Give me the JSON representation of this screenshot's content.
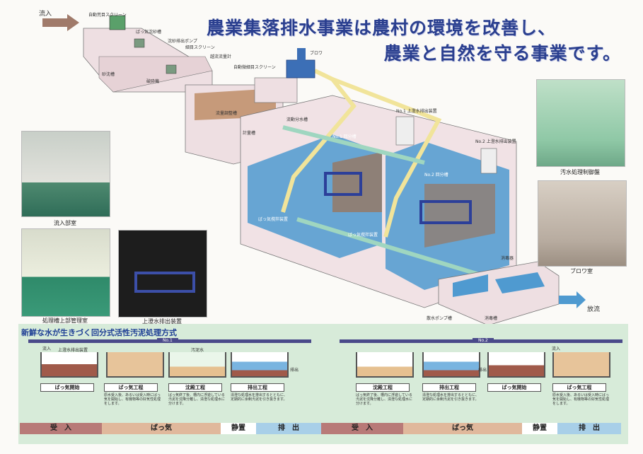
{
  "title": {
    "line1": "農業集落排水事業は農村の環境を改善し、",
    "line2": "農業と自然を守る事業です。"
  },
  "diagram_labels": {
    "inflow": "流入",
    "auto_coarse_screen": "自動荒目スクリーン",
    "aeration_grit_tank": "ばっ気沈砂槽",
    "grit_pump": "沈砂排出ポンプ",
    "fine_screen": "細目スクリーン",
    "flow_meter": "越流流量計",
    "grit_tank": "砂沈槽",
    "crusher": "破砕機",
    "auto_fine_screen": "自動微細目スクリーン",
    "blower": "ブロワ",
    "equalization_tank": "流量調整槽",
    "measuring_tank": "計量槽",
    "distributor": "流動分水槽",
    "no1_tank": "No.1 回分槽",
    "no1_decant": "No.1 上澄水排出装置",
    "no2_decant": "No.2 上澄水排出装置",
    "no2_tank": "No.2 回分槽",
    "aerator": "ばっ気撹拌装置",
    "aerator2": "ばっ気撹拌装置",
    "disinfector": "消毒器",
    "discharge": "放流",
    "drain_pump": "散水ポンプ槽",
    "disinfection_tank": "消毒槽"
  },
  "photos": {
    "inflow_room": "流入部室",
    "tank_mgmt_room": "処理槽上部管理室",
    "decant_device": "上澄水排出装置",
    "control_panel": "汚水処理制御盤",
    "blower_room": "ブロワ室"
  },
  "process": {
    "title": "新鮮な水が生きづく回分式活性汚泥処理方式",
    "no1": "No.1",
    "no2": "No.2",
    "mini_labels": {
      "inflow": "流入",
      "decant": "上澄水排出装置",
      "sludge": "汚泥水",
      "outflow": "排出"
    },
    "steps1": [
      {
        "name": "ばっ気開始",
        "desc": ""
      },
      {
        "name": "ばっ気工程",
        "desc": "原水受入後、あるいは受入時にばっ気を開始し、有機物等の好気性処理をします。"
      },
      {
        "name": "沈殿工程",
        "desc": "ばっ気終了後、槽内に浮遊している汚泥を沈降分離し、清澄な処理水に分けます。"
      },
      {
        "name": "排出工程",
        "desc": "清澄な処理水を排出するとともに、定期的に余剰汚泥を引き抜きます。"
      }
    ],
    "steps2": [
      {
        "name": "沈殿工程",
        "desc": "ばっ気終了後、槽内に浮遊している汚泥を沈降分離し、清澄な処理水に分けます。"
      },
      {
        "name": "排出工程",
        "desc": "清澄な処理水を排出するとともに、定期的に余剰汚泥を引き抜きます。"
      },
      {
        "name": "ばっ気開始",
        "desc": ""
      },
      {
        "name": "ばっ気工程",
        "desc": "原水受入後、あるいは受入時にばっ気を開始し、有機物等の好気性処理をします。"
      }
    ],
    "timeline": [
      {
        "label": "受　入",
        "color": "#b87a78"
      },
      {
        "label": "ばっ気",
        "color": "#e0b89c"
      },
      {
        "label": "静置",
        "color": "#ffffff"
      },
      {
        "label": "排　出",
        "color": "#a8cfe8"
      },
      {
        "label": "受　入",
        "color": "#b87a78"
      },
      {
        "label": "ばっ気",
        "color": "#e0b89c"
      },
      {
        "label": "静置",
        "color": "#ffffff"
      },
      {
        "label": "排　出",
        "color": "#a8cfe8"
      }
    ]
  },
  "colors": {
    "title": "#2a3f8f",
    "water": "#4f9ad0",
    "pipe_yellow": "#f1e49a",
    "pipe_green": "#9fd6c0",
    "tank_pink": "#eedfe2",
    "sludge": "#b07a52"
  }
}
